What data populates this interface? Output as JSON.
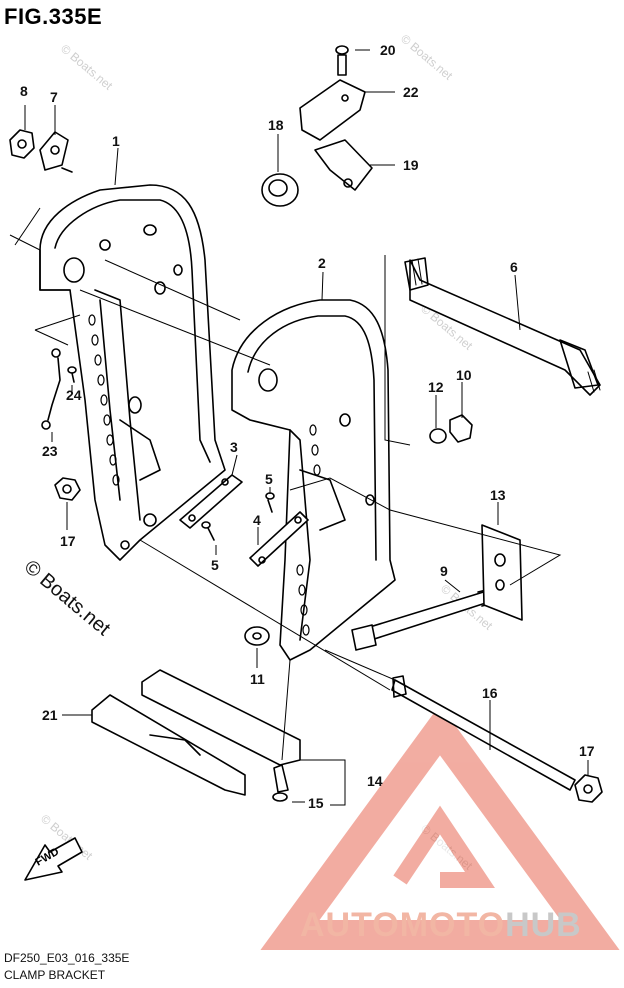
{
  "figure": {
    "title": "FIG.335E",
    "code": "DF250_E03_016_335E",
    "name": "CLAMP BRACKET"
  },
  "copyright": "© Boats.net",
  "watermark": "© Boats.net",
  "brand": {
    "part1": "AUTOMOTO",
    "part2": "HUB"
  },
  "fwd_label": "FWD",
  "callouts": [
    "20",
    "22",
    "8",
    "7",
    "18",
    "19",
    "1",
    "2",
    "6",
    "24",
    "12",
    "10",
    "23",
    "3",
    "5",
    "13",
    "4",
    "17",
    "9",
    "5",
    "11",
    "16",
    "21",
    "17",
    "14",
    "15"
  ]
}
